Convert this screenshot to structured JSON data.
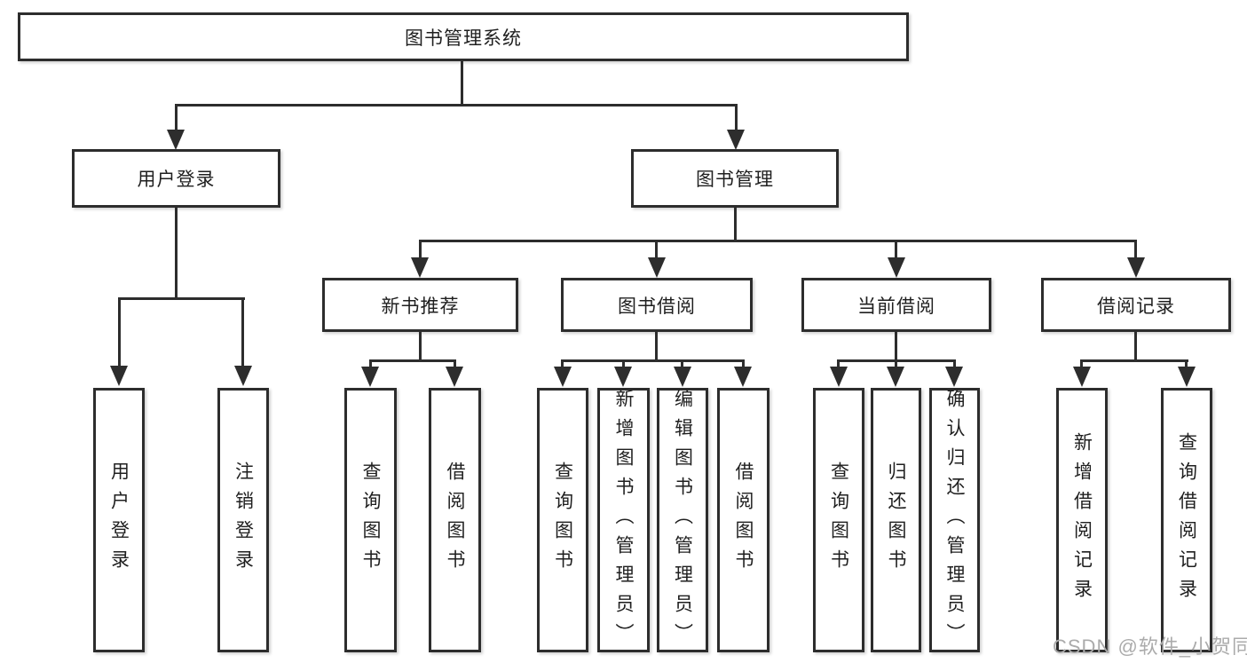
{
  "tree": {
    "root": "图书管理系统",
    "login": {
      "label": "用户登录",
      "children": [
        "用户登录",
        "注销登录"
      ]
    },
    "mgmt": {
      "label": "图书管理",
      "groups": [
        {
          "label": "新书推荐",
          "children": [
            "查询图书",
            "借阅图书"
          ]
        },
        {
          "label": "图书借阅",
          "children": [
            "查询图书",
            "新增图书（管理员）",
            "编辑图书（管理员）",
            "借阅图书"
          ]
        },
        {
          "label": "当前借阅",
          "children": [
            "查询图书",
            "归还图书",
            "确认归还（管理员）"
          ]
        },
        {
          "label": "借阅记录",
          "children": [
            "新增借阅记录",
            "查询借阅记录"
          ]
        }
      ]
    }
  },
  "watermark": {
    "text": "CSDN @软件_小贺同学"
  },
  "colors": {
    "line": "#2d2d2d",
    "box_border": "#2d2d2d",
    "box_background": "#ffffff",
    "text": "#1f1f1f",
    "watermark": "#ababab"
  }
}
